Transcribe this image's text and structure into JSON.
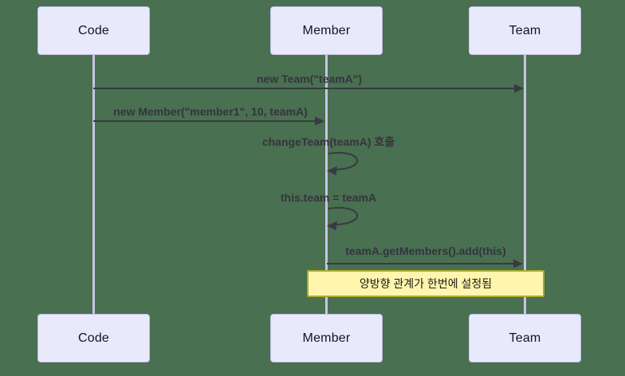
{
  "diagram": {
    "type": "sequence-diagram",
    "actors": [
      {
        "name": "Code"
      },
      {
        "name": "Member"
      },
      {
        "name": "Team"
      }
    ],
    "messages": [
      {
        "from": "Code",
        "to": "Team",
        "label": "new Team(\"teamA\")",
        "style": "solid-arrow"
      },
      {
        "from": "Code",
        "to": "Member",
        "label": "new Member(\"member1\", 10, teamA)",
        "style": "solid-arrow"
      },
      {
        "from": "Member",
        "to": "Member",
        "label": "changeTeam(teamA) 호출",
        "style": "self-loop"
      },
      {
        "from": "Member",
        "to": "Member",
        "label": "this.team = teamA",
        "style": "self-loop"
      },
      {
        "from": "Member",
        "to": "Team",
        "label": "teamA.getMembers().add(this)",
        "style": "solid-arrow"
      }
    ],
    "note": {
      "text": "양방향 관계가 한번에 설정됨",
      "over": [
        "Member",
        "Team"
      ]
    },
    "colors": {
      "background": "#497050",
      "actor_fill": "#E9E9FC",
      "actor_border": "#C6BFE3",
      "lifeline": "#C9C3E6",
      "message_line": "#393943",
      "message_text": "#34343E",
      "note_fill": "#FFF5AD",
      "note_border": "#AAAA33"
    }
  }
}
